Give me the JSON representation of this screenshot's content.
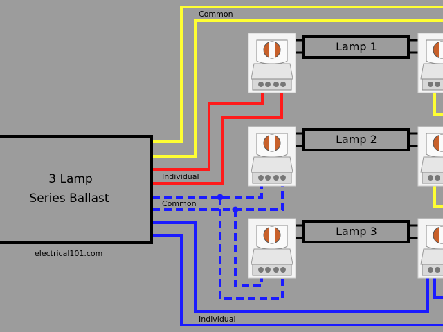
{
  "ballast": {
    "line1": "3 Lamp",
    "line2": "Series Ballast"
  },
  "watermark": "electrical101.com",
  "wire_labels": {
    "common_top": "Common",
    "individual_red": "Individual",
    "common_blue": "Common",
    "individual_bottom": "Individual"
  },
  "lamps": [
    {
      "label": "Lamp 1"
    },
    {
      "label": "Lamp 2"
    },
    {
      "label": "Lamp 3"
    }
  ],
  "colors": {
    "background": "#9c9c9c",
    "yellow_wire": "#ffff33",
    "red_wire": "#ff1a1a",
    "blue_wire": "#1a1aff",
    "tube": "#000000",
    "socket_body": "#f0f0f0"
  }
}
